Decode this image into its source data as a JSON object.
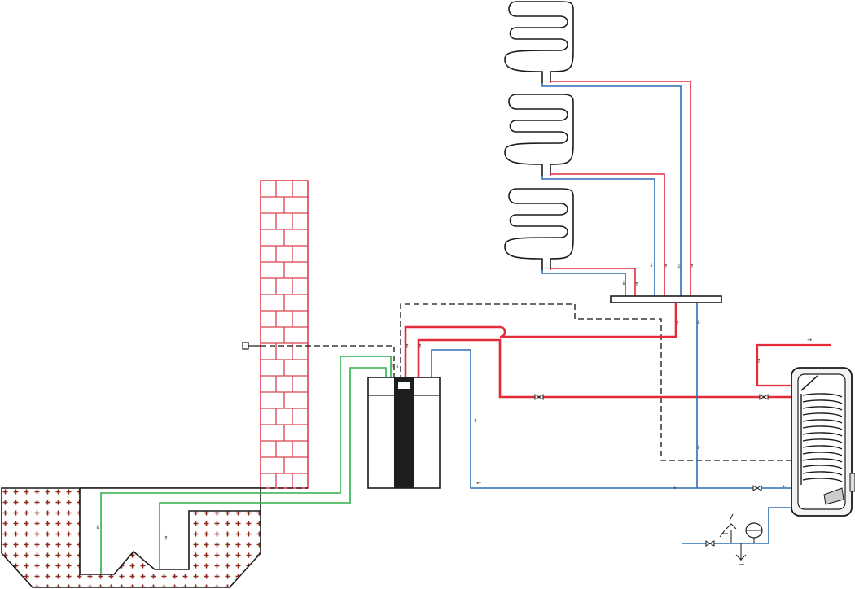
{
  "diagram": {
    "colors": {
      "supply": "#e32b3a",
      "return": "#2f6db3",
      "ground": "#2fb04a",
      "brick": "#d9404d",
      "outline": "#1a1a1a",
      "soil_mark": "#8b2a1a",
      "cabinet": "#1e1e1e",
      "dashed": "#111111"
    },
    "components": [
      {
        "id": "floor-heating-loop",
        "icon": "floor-heating-loop-icon",
        "count": 3
      },
      {
        "id": "manifold",
        "icon": "manifold-icon"
      },
      {
        "id": "brick-wall",
        "icon": "brick-wall-icon"
      },
      {
        "id": "outdoor-sensor",
        "icon": "sensor-icon"
      },
      {
        "id": "heat-pump",
        "icon": "heat-pump-icon"
      },
      {
        "id": "ground-collector",
        "icon": "ground-loop-icon"
      },
      {
        "id": "hot-water-cylinder",
        "icon": "boiler-tank-icon"
      },
      {
        "id": "valve",
        "icon": "valve-icon",
        "count": 4
      },
      {
        "id": "expansion-vessel",
        "icon": "expansion-vessel-icon"
      },
      {
        "id": "safety-group",
        "icon": "safety-valve-icon"
      }
    ],
    "flow_arrows": [
      "↓",
      "↑",
      "←",
      "→"
    ]
  }
}
